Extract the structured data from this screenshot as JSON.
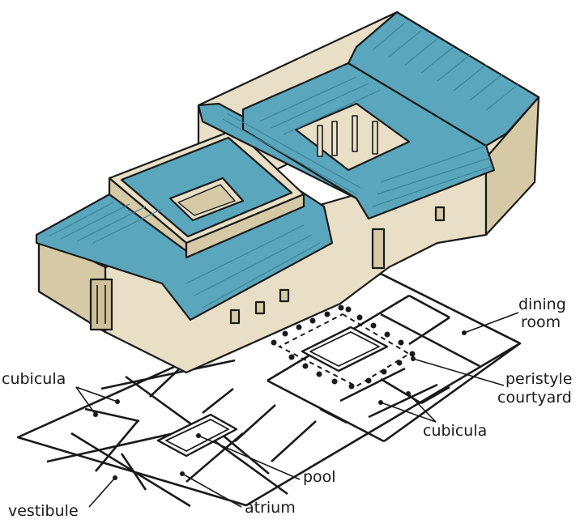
{
  "labels": {
    "dining": "dining",
    "room": "room",
    "peristyle": "peristyle",
    "courtyard": "courtyard",
    "cubicula_left": "cubicula",
    "cubicula_right": "cubicula",
    "pool": "pool",
    "atrium": "atrium",
    "vestibule": "vestibule"
  },
  "colors": {
    "roof": "#5aa6bd",
    "roof_dark": "#3d869c",
    "wall": "#e8dfc6",
    "wall_shade": "#d6c9a6",
    "outline": "#1a1a1a",
    "plan_fill": "#ffffff"
  }
}
